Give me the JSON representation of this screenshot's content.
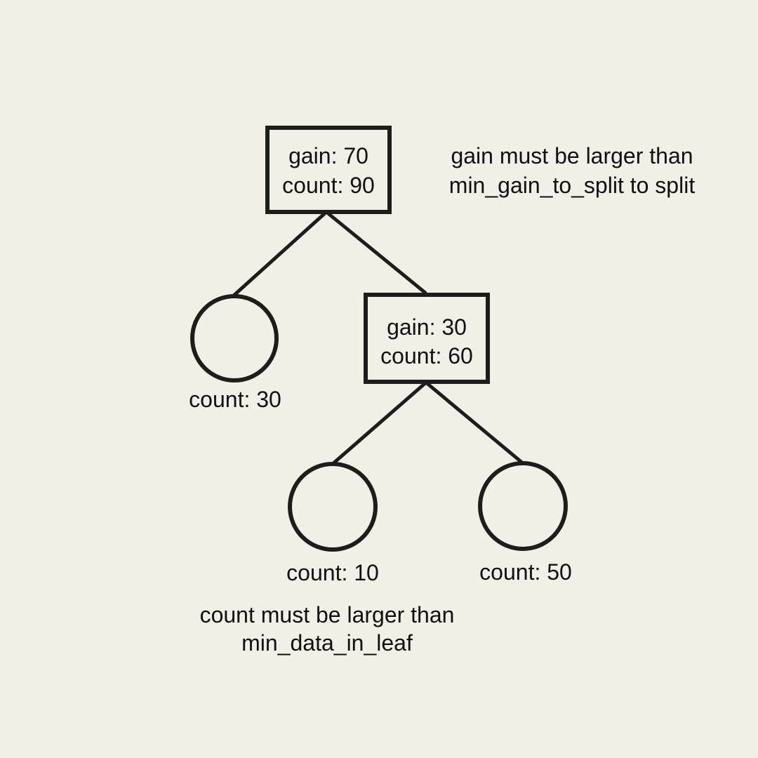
{
  "colors": {
    "background": "#f2efe6",
    "stroke": "#1d1d1b",
    "text": "#111111"
  },
  "diagram": {
    "root": {
      "gain": "gain: 70",
      "count": "count: 90"
    },
    "left_leaf": {
      "count": "count: 30"
    },
    "split_node": {
      "gain": "gain: 30",
      "count": "count: 60"
    },
    "bottom_left_leaf": {
      "count": "count: 10"
    },
    "bottom_right_leaf": {
      "count": "count: 50"
    },
    "notes": {
      "gain_rule": [
        "gain must be larger than",
        "min_gain_to_split to split"
      ],
      "count_rule": [
        "count must be larger than",
        "min_data_in_leaf"
      ]
    }
  }
}
